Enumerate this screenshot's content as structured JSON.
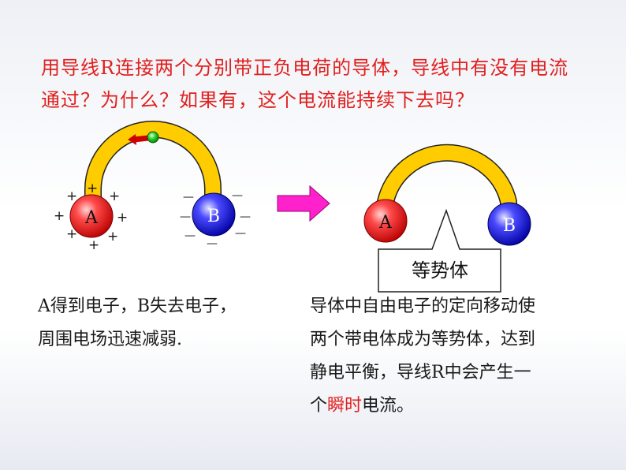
{
  "question": {
    "line1": "用导线R连接两个分别带正负电荷的导体，导线中有没有电流",
    "line2": "通过？为什么？如果有，这个电流能持续下去吗？"
  },
  "left_diagram": {
    "sphere_a_label": "A",
    "sphere_b_label": "B",
    "plus_sign": "+",
    "minus_sign": "—"
  },
  "right_diagram": {
    "sphere_a_label": "A",
    "sphere_b_label": "B",
    "callout_text": "等势体"
  },
  "left_explanation": {
    "line1": "A得到电子，B失去电子，",
    "line2": "周围电场迅速减弱."
  },
  "right_explanation": {
    "line1": "导体中自由电子的定向移动使",
    "line2": "两个带电体成为等势体，达到",
    "line3": "静电平衡，导线R中会产生一",
    "line4_before": "个",
    "line4_highlight": "瞬时",
    "line4_after": "电流。"
  },
  "colors": {
    "question_text": "#e0201e",
    "wire": "#ffcc00",
    "sphere_a": "#e81818",
    "sphere_b": "#2a2ae8",
    "arrow": "#ff22cc",
    "electron": "#22cc22"
  }
}
